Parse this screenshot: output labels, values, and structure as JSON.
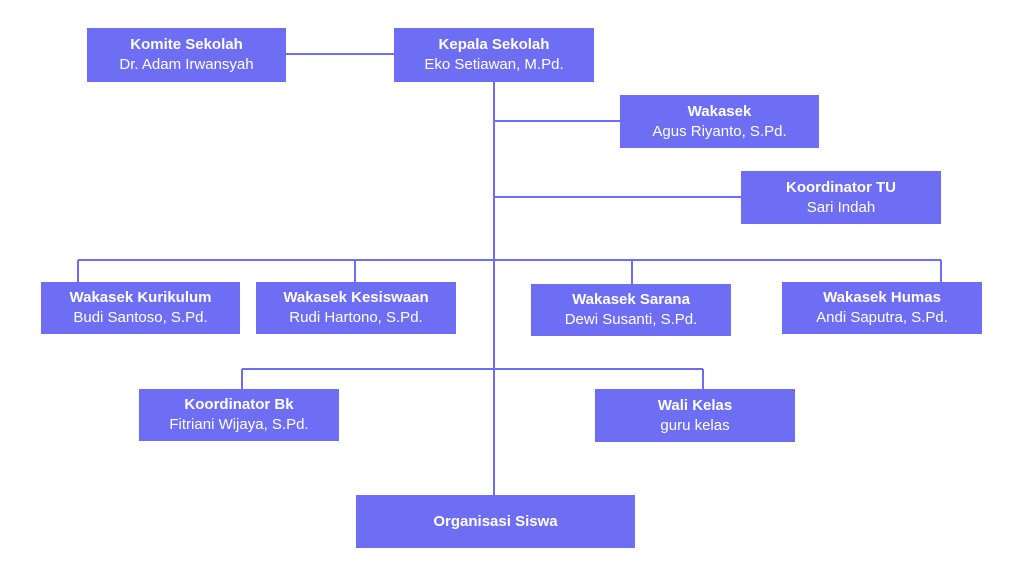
{
  "colors": {
    "box": "#6e6ef5",
    "line": "#6e6ef5",
    "text": "#ffffff"
  },
  "nodes": {
    "komite": {
      "role": "Komite Sekolah",
      "name": "Dr. Adam Irwansyah"
    },
    "kepala": {
      "role": "Kepala Sekolah",
      "name": "Eko Setiawan, M.Pd."
    },
    "wakasek": {
      "role": "Wakasek",
      "name": "Agus Riyanto, S.Pd."
    },
    "koordinator_tu": {
      "role": "Koordinator TU",
      "name": "Sari Indah"
    },
    "wakasek_kurikulum": {
      "role": "Wakasek Kurikulum",
      "name": "Budi Santoso, S.Pd."
    },
    "wakasek_kesiswaan": {
      "role": "Wakasek Kesiswaan",
      "name": "Rudi Hartono, S.Pd."
    },
    "wakasek_sarana": {
      "role": "Wakasek Sarana",
      "name": "Dewi Susanti, S.Pd."
    },
    "wakasek_humas": {
      "role": "Wakasek Humas",
      "name": "Andi Saputra, S.Pd."
    },
    "koordinator_bk": {
      "role": "Koordinator Bk",
      "name": "Fitriani Wijaya, S.Pd."
    },
    "wali_kelas": {
      "role": "Wali Kelas",
      "name": "guru kelas"
    },
    "organisasi_siswa": {
      "role": "Organisasi Siswa"
    }
  }
}
